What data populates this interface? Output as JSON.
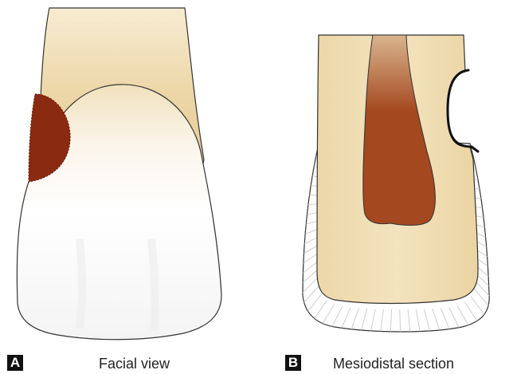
{
  "panels": [
    {
      "letter": "A",
      "caption": "Facial view"
    },
    {
      "letter": "B",
      "caption": "Mesiodistal section"
    }
  ],
  "colors": {
    "root": "#ecd6a6",
    "root_light": "#f6ead0",
    "crown": "#ffffff",
    "lesion": "#8a2a10",
    "pulp": "#a4481f",
    "outline": "#333333",
    "cavity_outline": "#111111",
    "restoration_lines": "#c9c9c9",
    "badge": "#111111"
  }
}
